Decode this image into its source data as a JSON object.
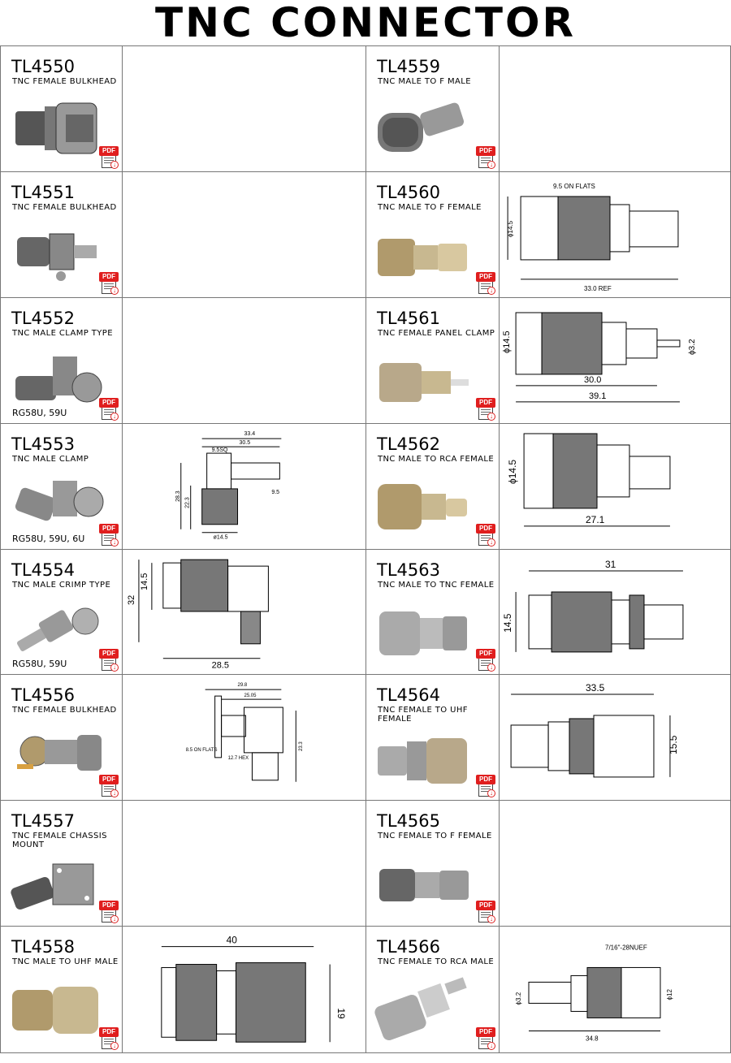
{
  "page_title": "TNC CONNECTOR",
  "pdf_label": "PDF",
  "products": [
    {
      "code": "TL4550",
      "desc": "TNC FEMALE BULKHEAD",
      "cable": ""
    },
    {
      "code": "TL4559",
      "desc": "TNC MALE TO F MALE",
      "cable": ""
    },
    {
      "code": "TL4551",
      "desc": "TNC FEMALE BULKHEAD",
      "cable": ""
    },
    {
      "code": "TL4560",
      "desc": "TNC MALE TO F FEMALE",
      "cable": ""
    },
    {
      "code": "TL4552",
      "desc": "TNC MALE CLAMP TYPE",
      "cable": "RG58U, 59U"
    },
    {
      "code": "TL4561",
      "desc": "TNC FEMALE PANEL CLAMP",
      "cable": ""
    },
    {
      "code": "TL4553",
      "desc": "TNC MALE CLAMP",
      "cable": "RG58U, 59U, 6U"
    },
    {
      "code": "TL4562",
      "desc": "TNC MALE TO RCA FEMALE",
      "cable": ""
    },
    {
      "code": "TL4554",
      "desc": "TNC MALE CRIMP TYPE",
      "cable": "RG58U, 59U"
    },
    {
      "code": "TL4563",
      "desc": "TNC MALE TO TNC FEMALE",
      "cable": ""
    },
    {
      "code": "TL4556",
      "desc": "TNC FEMALE BULKHEAD",
      "cable": ""
    },
    {
      "code": "TL4564",
      "desc": "TNC FEMALE TO UHF\nFEMALE",
      "cable": ""
    },
    {
      "code": "TL4557",
      "desc": "TNC FEMALE CHASSIS\nMOUNT",
      "cable": ""
    },
    {
      "code": "TL4565",
      "desc": "TNC FEMALE TO F FEMALE",
      "cable": ""
    },
    {
      "code": "TL4558",
      "desc": "TNC MALE TO UHF MALE",
      "cable": ""
    },
    {
      "code": "TL4566",
      "desc": "TNC FEMALE TO RCA MALE",
      "cable": ""
    }
  ],
  "dims": {
    "tl4560": {
      "flats": "9.5 ON FLATS",
      "dia": "ϕ14.5",
      "len": "33.0 REF"
    },
    "tl4561": {
      "dia": "ϕ14.5",
      "pin": "ϕ3.2",
      "a": "30.0",
      "b": "39.1"
    },
    "tl4553": {
      "a": "33.4",
      "b": "30.5",
      "c": "9.5SQ",
      "d": "28.3",
      "e": "22.3",
      "f": "9.5",
      "g": "ø14.5"
    },
    "tl4562": {
      "dia": "ϕ14.5",
      "len": "27.1"
    },
    "tl4554": {
      "h": "32",
      "d": "14.5",
      "w": "28.5"
    },
    "tl4563": {
      "len": "31",
      "d": "14.5"
    },
    "tl4556": {
      "a": "29.8",
      "b": "25.05",
      "c": "8.5 ON FLATS",
      "d": "12.7 HEX",
      "e": "23.3"
    },
    "tl4564": {
      "len": "33.5",
      "d": "15.5"
    },
    "tl4558": {
      "len": "40",
      "d": "19"
    },
    "tl4566": {
      "thread": "7/16\"-28NUEF",
      "pin": "ϕ3.2",
      "d": "ϕ12",
      "len": "34.8"
    }
  }
}
